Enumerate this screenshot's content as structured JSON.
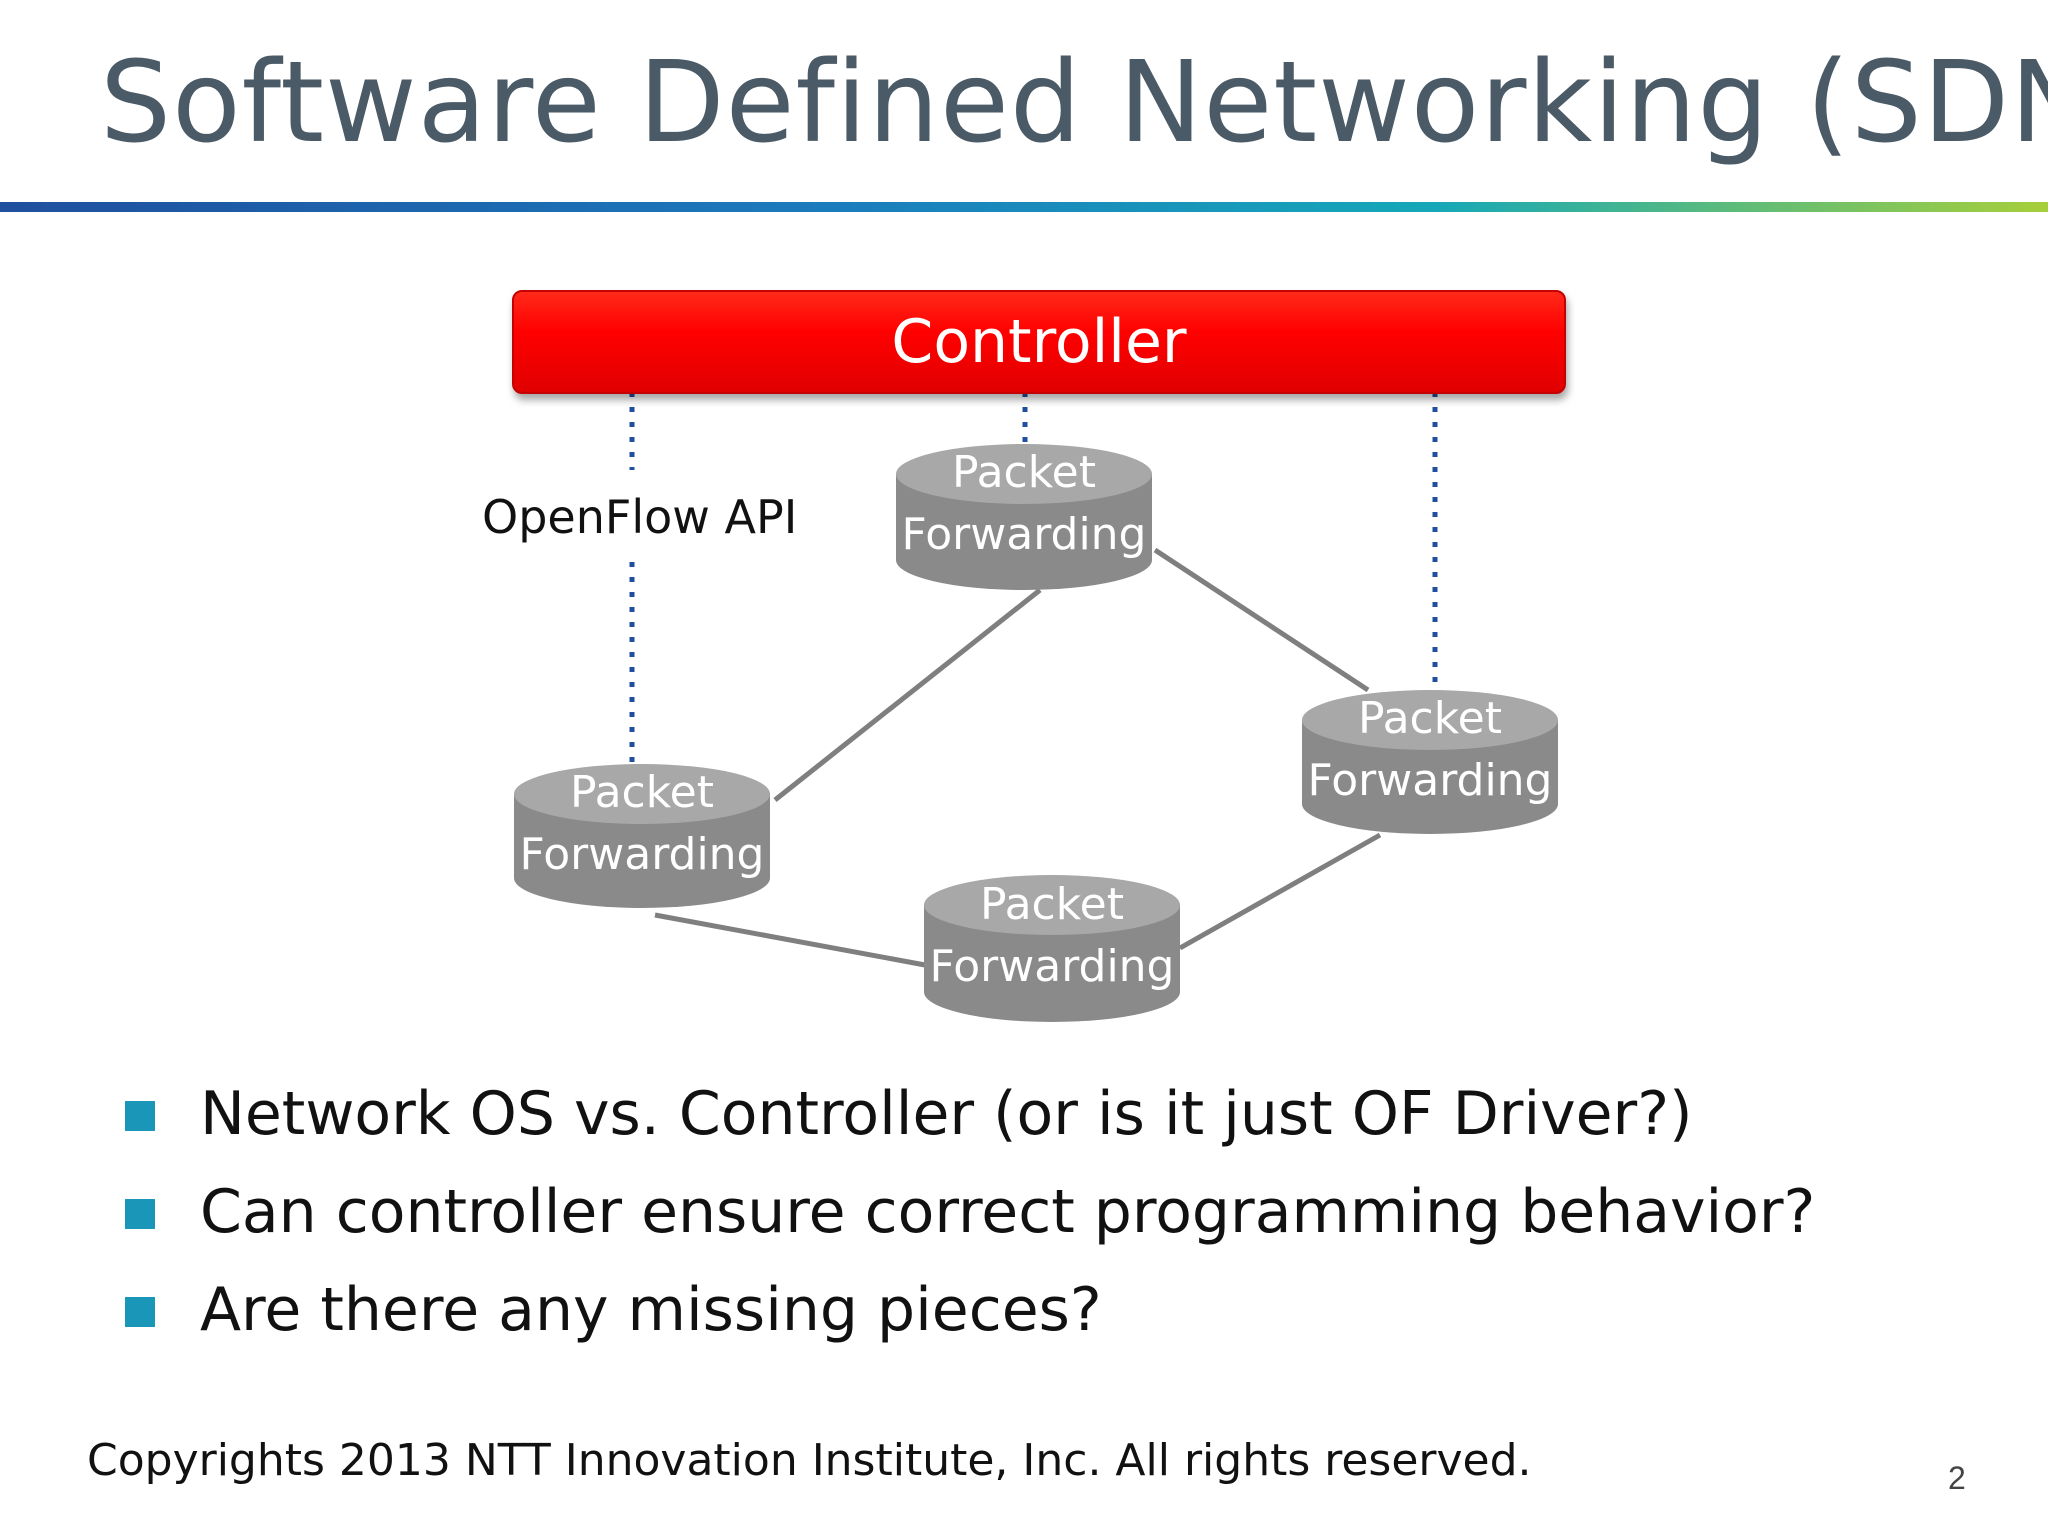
{
  "slide": {
    "title": "Software Defined Networking (SDN)",
    "footer": "Copyrights 2013 NTT Innovation Institute, Inc.  All rights reserved.",
    "page_number": "2"
  },
  "diagram": {
    "controller_label": "Controller",
    "api_label": "OpenFlow API",
    "nodes": [
      {
        "line1": "Packet",
        "line2": "Forwarding"
      },
      {
        "line1": "Packet",
        "line2": "Forwarding"
      },
      {
        "line1": "Packet",
        "line2": "Forwarding"
      },
      {
        "line1": "Packet",
        "line2": "Forwarding"
      }
    ],
    "colors": {
      "controller": "#ff0000",
      "node": "#8a8a8a",
      "dotted_link": "#1f4f9e",
      "solid_link": "#7f7f7f"
    }
  },
  "bullets": [
    "Network OS vs. Controller (or is it just OF Driver?)",
    "Can controller ensure correct programming behavior?",
    "Are there any missing pieces?"
  ],
  "colors": {
    "title": "#4a5a66",
    "bullet": "#1a96b8"
  }
}
